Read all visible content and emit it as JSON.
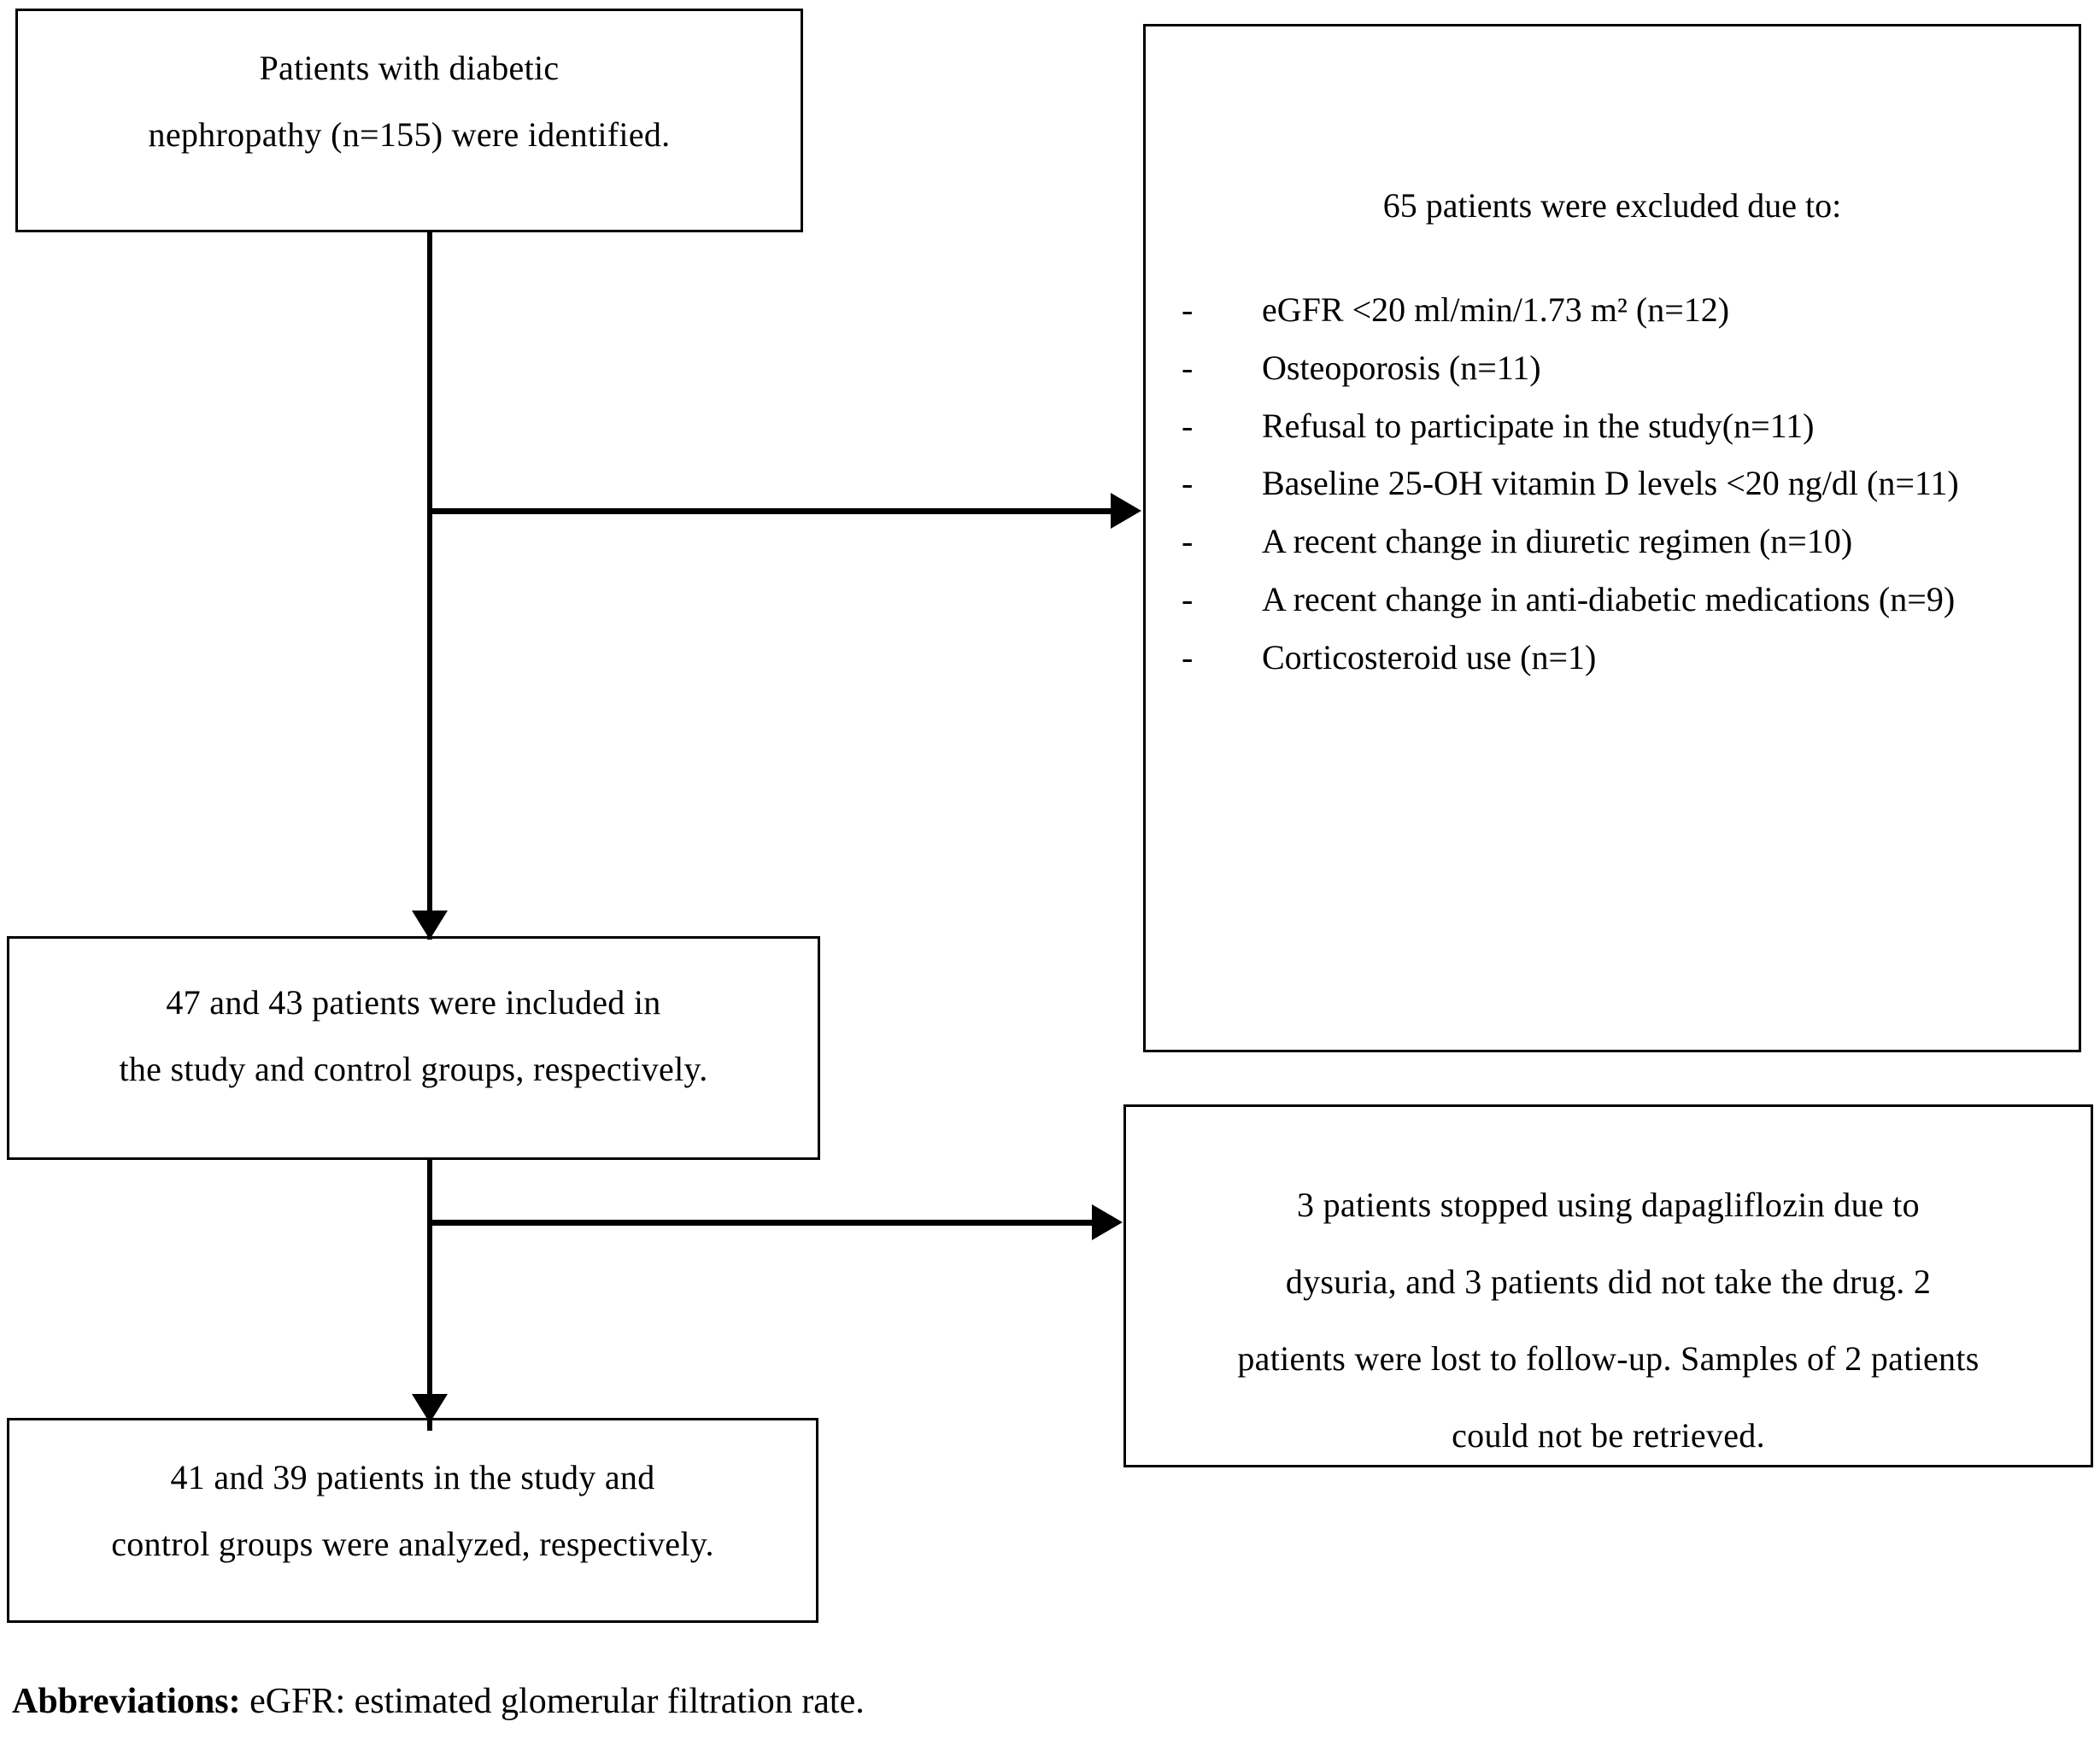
{
  "figure": {
    "type": "study-flow-diagram",
    "colors": {
      "line": "#000000",
      "background": "#ffffff",
      "text": "#000000"
    }
  },
  "boxes": {
    "identified": {
      "line1": "Patients with diabetic",
      "line2": "nephropathy (n=155) were identified."
    },
    "excluded": {
      "heading": "65 patients were excluded due to:",
      "bullet_marker": "-",
      "items": [
        "eGFR <20 ml/min/1.73 m² (n=12)",
        "Osteoporosis (n=11)",
        "Refusal to participate in the study(n=11)",
        "Baseline 25-OH vitamin D levels <20 ng/dl (n=11)",
        "A recent change in diuretic regimen (n=10)",
        "A recent change in anti-diabetic medications (n=9)",
        "Corticosteroid use (n=1)"
      ]
    },
    "included": {
      "line1": "47 and 43 patients were included in",
      "line2": "the study and control groups, respectively."
    },
    "dropout": {
      "line1": "3 patients stopped using dapagliflozin due to",
      "line2": "dysuria, and 3 patients did not take the drug. 2",
      "line3": "patients were lost to follow-up. Samples of 2 patients",
      "line4": "could not be retrieved."
    },
    "analyzed": {
      "line1": "41 and 39 patients in the study and",
      "line2": "control groups were analyzed, respectively."
    }
  },
  "footnote": {
    "lead": "Abbreviations:",
    "text": " eGFR: estimated glomerular filtration rate."
  }
}
